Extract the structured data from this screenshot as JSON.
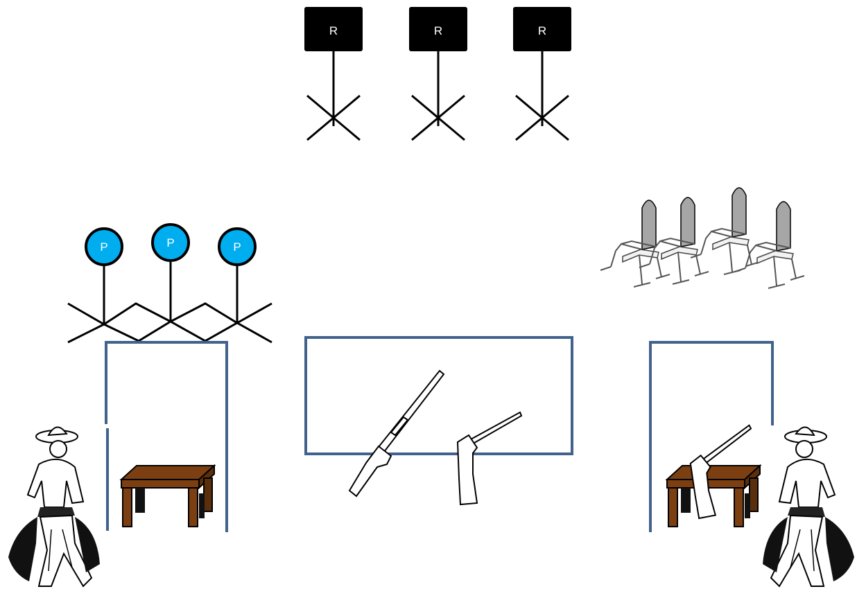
{
  "rifle_targets": {
    "label": "R",
    "count": 3,
    "color": "#000000",
    "label_color": "#ffffff"
  },
  "pistol_targets": {
    "label": "P",
    "count": 3,
    "fill": "#00aeef",
    "outline": "#000000",
    "label_color": "#ffffff"
  },
  "shotgun_targets": {
    "icon": "knockdown-target-icon",
    "count": 4
  },
  "shooting_positions": {
    "outline_color": "#41628c",
    "count": 3
  },
  "props": {
    "table_color": "#7b3f12",
    "long_guns": [
      "rifle-icon",
      "shotgun-icon"
    ],
    "shooters": [
      "cowboy-shooter-icon",
      "cowboy-shooter-icon"
    ]
  }
}
